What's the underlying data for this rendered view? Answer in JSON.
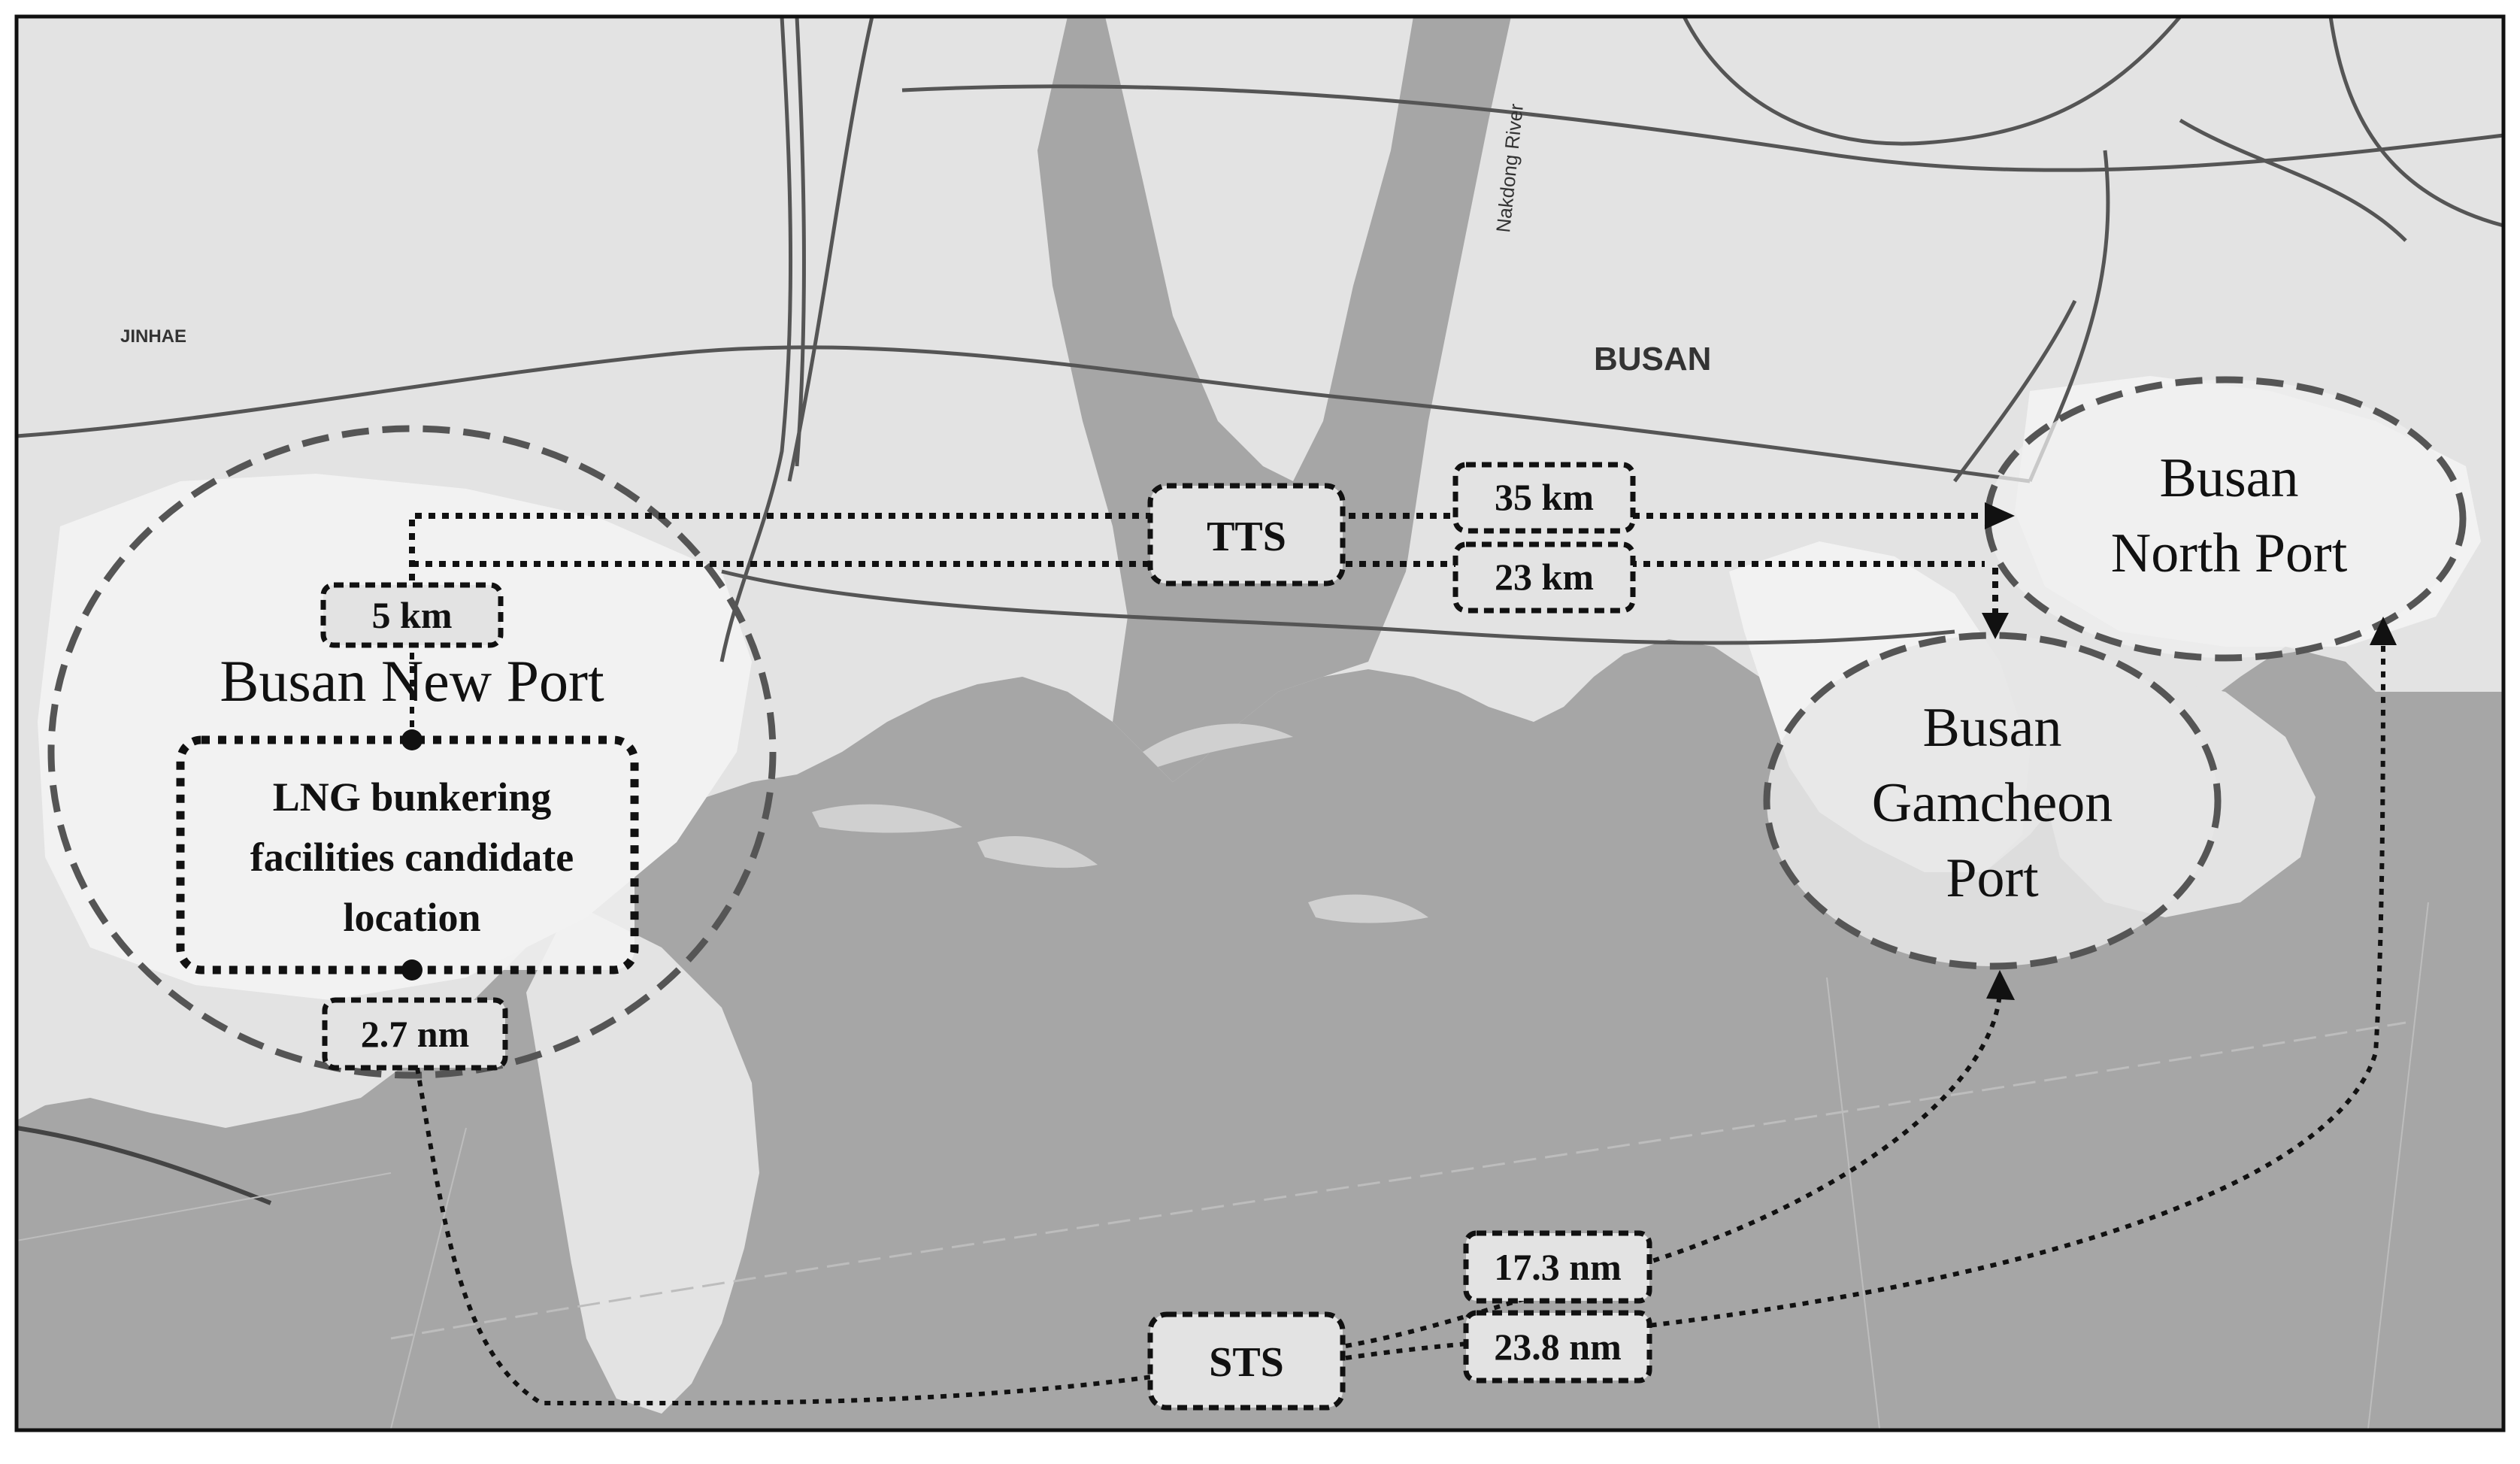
{
  "map": {
    "place_labels": {
      "jinhae": "JINHAE",
      "busan": "BUSAN",
      "river": "Nakdong River"
    }
  },
  "ports": {
    "new_port": "Busan New Port",
    "north_port_line1": "Busan",
    "north_port_line2": "North Port",
    "gamcheon_line1": "Busan",
    "gamcheon_line2": "Gamcheon",
    "gamcheon_line3": "Port"
  },
  "candidate": {
    "line1": "LNG bunkering",
    "line2": "facilities candidate",
    "line3": "location"
  },
  "labels": {
    "tts": "TTS",
    "sts": "STS",
    "dist_5km": "5 km",
    "dist_35km": "35 km",
    "dist_23km": "23 km",
    "dist_2_7nm": "2.7 nm",
    "dist_17_3nm": "17.3 nm",
    "dist_23_8nm": "23.8 nm"
  },
  "colors": {
    "sea": "#a6a6a6",
    "land": "#e3e3e3",
    "port_land": "#f2f2f2",
    "road": "#555555",
    "border": "#111111"
  }
}
